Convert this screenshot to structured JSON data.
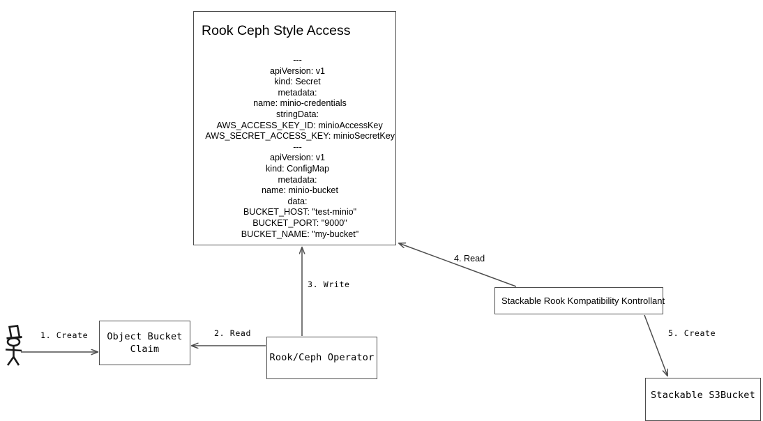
{
  "diagram": {
    "title_node": {
      "name": "rook-ceph-style-access",
      "title": "Rook Ceph Style Access",
      "yaml": "---\napiVersion: v1\nkind: Secret\nmetadata:\n  name: minio-credentials\nstringData:\n  AWS_ACCESS_KEY_ID: minioAccessKey\n  AWS_SECRET_ACCESS_KEY: minioSecretKey\n---\napiVersion: v1\nkind: ConfigMap\nmetadata:\n  name: minio-bucket\ndata:\n  BUCKET_HOST: \"test-minio\"\n  BUCKET_PORT: \"9000\"\n  BUCKET_NAME: \"my-bucket\""
    },
    "nodes": {
      "object_bucket_claim": "Object Bucket\nClaim",
      "rook_ceph_operator": "Rook/Ceph Operator",
      "stackable_rook_kompatibility_kontrollant": "Stackable Rook Kompatibility Kontrollant",
      "stackable_s3bucket": "Stackable S3Bucket"
    },
    "edges": {
      "create_1": "1. Create",
      "read_2": "2. Read",
      "write_3": "3. Write",
      "read_4": "4. Read",
      "create_5": "5. Create"
    },
    "actor": {
      "name": "user-stick-figure-with-top-hat"
    },
    "colors": {
      "background": "#ffffff",
      "stroke": "#4d4d4d",
      "arrow": "#4d4d4d",
      "text": "#000000"
    }
  }
}
